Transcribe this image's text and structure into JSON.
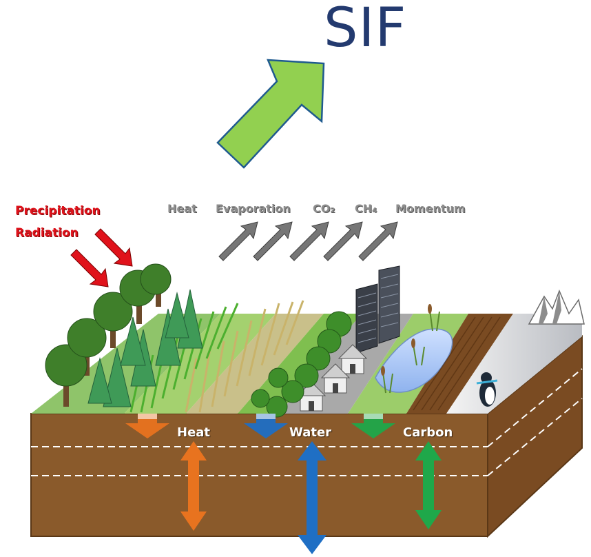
{
  "title": "SIF",
  "inputs": [
    "Precipitation",
    "Radiation"
  ],
  "fluxes": [
    {
      "id": "heat",
      "text": "Heat",
      "sub": ""
    },
    {
      "id": "evaporation",
      "text": "Evaporation",
      "sub": ""
    },
    {
      "id": "co2",
      "text": "CO",
      "sub": "2"
    },
    {
      "id": "ch4",
      "text": "CH",
      "sub": "4"
    },
    {
      "id": "momentum",
      "text": "Momentum",
      "sub": ""
    }
  ],
  "soil_labels": [
    "Heat",
    "Water",
    "Carbon"
  ],
  "colors": {
    "sif_arrow": "#92d050",
    "heat": "#e8731f",
    "water": "#1f6fc4",
    "carbon": "#1fa84a",
    "soil": "#8a5a2b",
    "input_arrow": "#e0121b"
  }
}
